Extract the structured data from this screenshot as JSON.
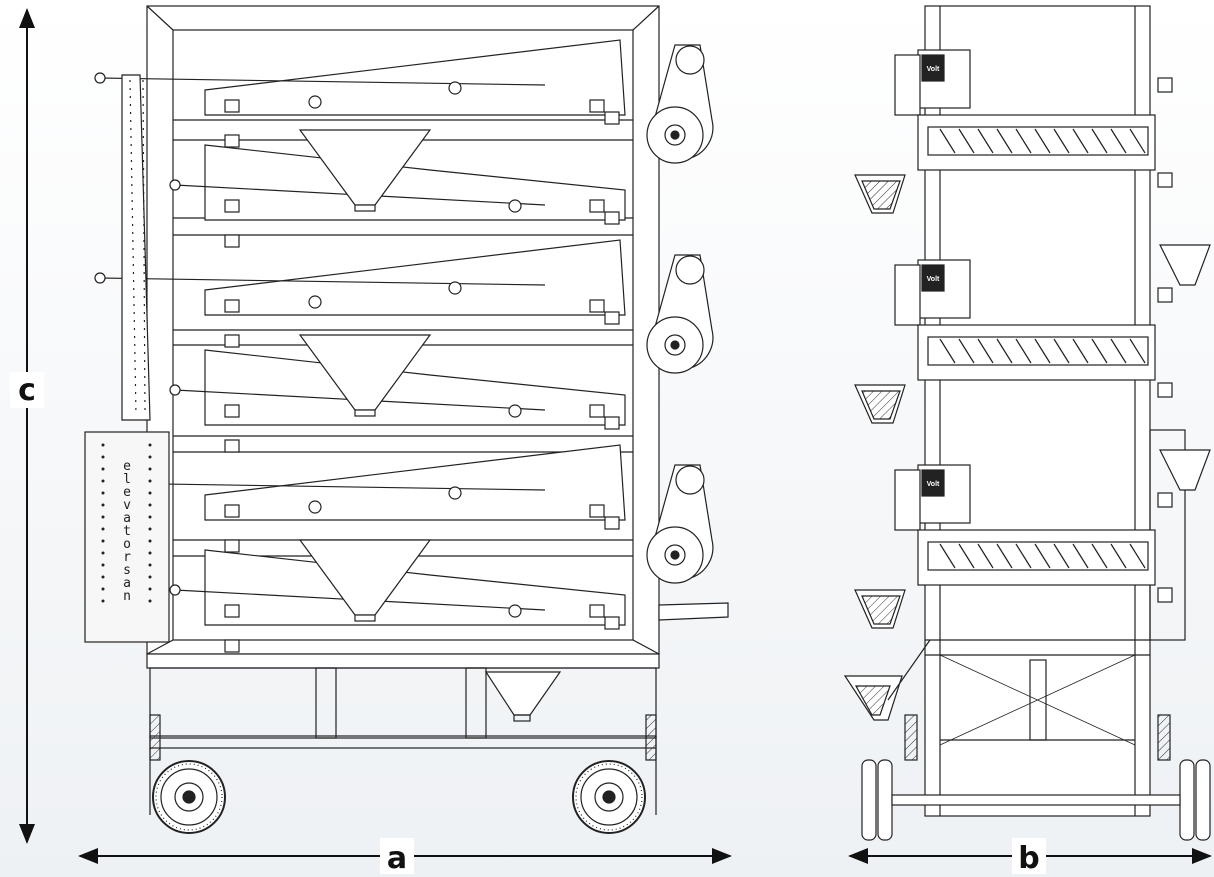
{
  "dimensions": {
    "width_label": "a",
    "depth_label": "b",
    "height_label": "c"
  },
  "panel": {
    "brand_letters": [
      "e",
      "l",
      "e",
      "v",
      "a",
      "t",
      "o",
      "r",
      "s",
      "a",
      "n"
    ]
  },
  "motor": {
    "brand": "Volt"
  },
  "colors": {
    "line": "#222222",
    "frame_fill": "#ffffff",
    "panel_fill": "#f7f7f7",
    "hatch": "#333333",
    "background_top": "#ffffff",
    "background_bottom": "#eef1f4"
  }
}
